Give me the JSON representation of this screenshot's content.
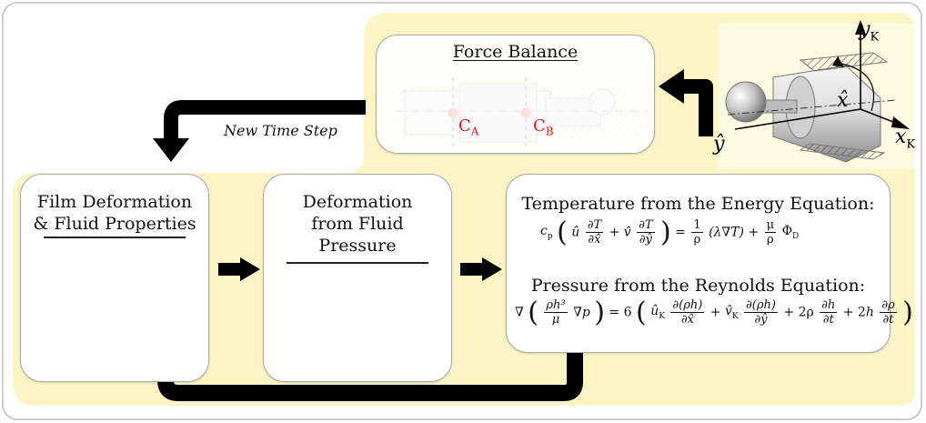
{
  "colors": {
    "panel_yellow": "#fbf5c5",
    "arrow": "#000000",
    "highlight_dot": "#e31b1b",
    "mesh_yellow": "#f4ee1e"
  },
  "force_balance": {
    "title": "Force Balance",
    "point_a": "C",
    "point_a_sub": "A",
    "point_b": "C",
    "point_b_sub": "B"
  },
  "new_time_step": "New Time Step",
  "film_box": {
    "line1": "Film Deformation",
    "line2": "& Fluid Properties"
  },
  "deformation_box": {
    "line1": "Deformation",
    "line2": "from Fluid",
    "line3": "Pressure"
  },
  "equations_box": {
    "energy_title": "Temperature from the Energy Equation:",
    "reynolds_title": "Pressure from the Reynolds Equation:"
  },
  "axes": {
    "y_label": "y",
    "y_sub": "K",
    "x_label": "x",
    "x_sub": "K",
    "xhat_label": "x̂",
    "yhat_label": "ŷ"
  }
}
